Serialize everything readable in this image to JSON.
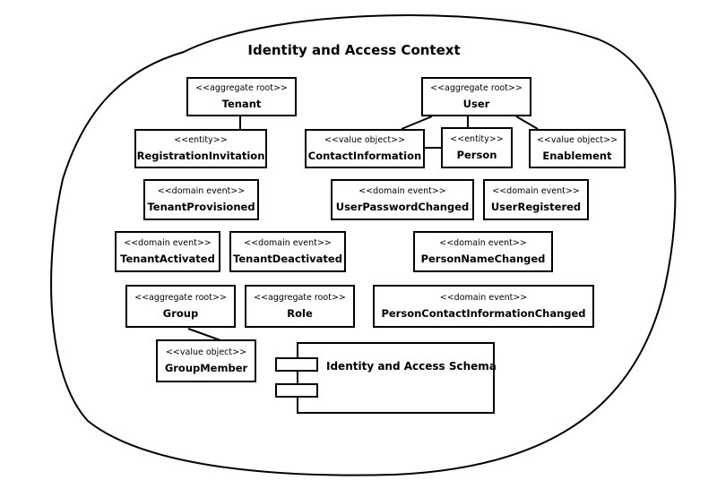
{
  "context": {
    "title": "Identity and Access Context"
  },
  "elements": {
    "tenant": {
      "stereotype": "<<aggregate root>>",
      "name": "Tenant"
    },
    "user": {
      "stereotype": "<<aggregate root>>",
      "name": "User"
    },
    "registration_invitation": {
      "stereotype": "<<entity>>",
      "name": "RegistrationInvitation"
    },
    "contact_information": {
      "stereotype": "<<value object>>",
      "name": "ContactInformation"
    },
    "person": {
      "stereotype": "<<entity>>",
      "name": "Person"
    },
    "enablement": {
      "stereotype": "<<value object>>",
      "name": "Enablement"
    },
    "tenant_provisioned": {
      "stereotype": "<<domain event>>",
      "name": "TenantProvisioned"
    },
    "user_password_changed": {
      "stereotype": "<<domain event>>",
      "name": "UserPasswordChanged"
    },
    "user_registered": {
      "stereotype": "<<domain event>>",
      "name": "UserRegistered"
    },
    "tenant_activated": {
      "stereotype": "<<domain event>>",
      "name": "TenantActivated"
    },
    "tenant_deactivated": {
      "stereotype": "<<domain event>>",
      "name": "TenantDeactivated"
    },
    "person_name_changed": {
      "stereotype": "<<domain event>>",
      "name": "PersonNameChanged"
    },
    "group": {
      "stereotype": "<<aggregate root>>",
      "name": "Group"
    },
    "role": {
      "stereotype": "<<aggregate root>>",
      "name": "Role"
    },
    "person_contact_information_changed": {
      "stereotype": "<<domain event>>",
      "name": "PersonContactInformationChanged"
    },
    "group_member": {
      "stereotype": "<<value object>>",
      "name": "GroupMember"
    }
  },
  "schema": {
    "label": "Identity and Access Schema"
  },
  "colors": {
    "stroke": "#000000",
    "background": "#ffffff"
  }
}
